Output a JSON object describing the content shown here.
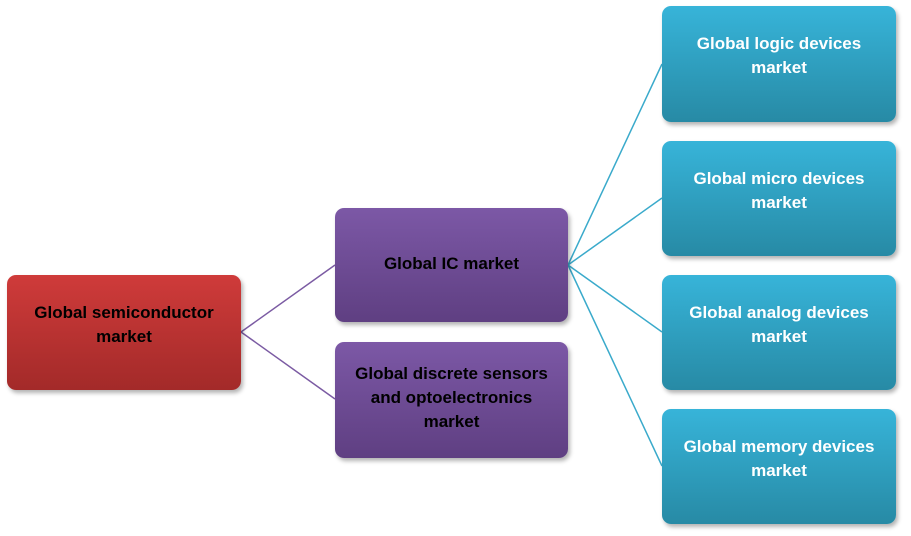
{
  "root": {
    "label": "Global semiconductor market"
  },
  "level1": [
    {
      "label": "Global IC market"
    },
    {
      "label": "Global discrete sensors and optoelectronics market"
    }
  ],
  "level2": [
    {
      "label": "Global logic devices market"
    },
    {
      "label": "Global micro devices market"
    },
    {
      "label": "Global analog devices market"
    },
    {
      "label": "Global memory devices market"
    }
  ],
  "colors": {
    "root": "#c0363a",
    "level1": "#6f4c96",
    "level2": "#31a3c6",
    "root_links": "#7b5ba3",
    "ic_links": "#3aaacb"
  }
}
